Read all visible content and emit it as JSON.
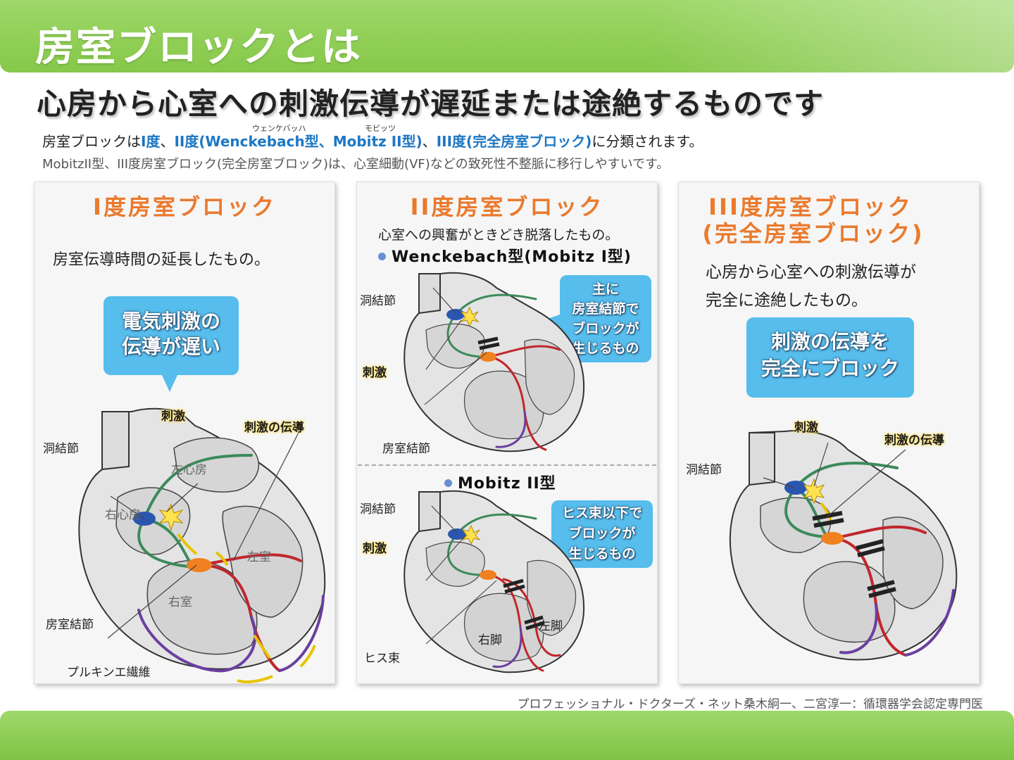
{
  "header": {
    "title": "房室ブロックとは"
  },
  "subtitle": "心房から心室への刺激伝導が遅延または途絶するものです",
  "intro": {
    "prefix": "房室ブロックは",
    "deg1": "I度",
    "sep1": "、",
    "deg2": "II度(Wenckebach型、",
    "mobitz": "Mobitz II型)",
    "sep2": "、",
    "deg3": "III度(完全房室ブロック)",
    "suffix": "に分類されます。",
    "ruby_wenckebach": "ウェンケバッハ",
    "ruby_mobitz": "モビッツ",
    "line2": "MobitzII型、III度房室ブロック(完全房室ブロック)は、心室細動(VF)などの致死性不整脈に移行しやすいです。"
  },
  "panel1": {
    "title": "I度房室ブロック",
    "desc": "房室伝導時間の延長したもの。",
    "callout": [
      "電気刺激の",
      "伝導が遅い"
    ],
    "labels": {
      "sa_node": "洞結節",
      "stimulus": "刺激",
      "conduction": "刺激の伝導",
      "left_atrium": "左心房",
      "right_atrium": "右心房",
      "left_ventricle": "左室",
      "right_ventricle": "右室",
      "av_node": "房室結節",
      "purkinje": "プルキンエ繊維"
    }
  },
  "panel2": {
    "title": "II度房室ブロック",
    "desc": "心室への興奮がときどき脱落したもの。",
    "type1": "Wenckebach型(Mobitz I型)",
    "callout1": [
      "主に",
      "房室結節で",
      "ブロックが",
      "生じるもの"
    ],
    "type2": "Mobitz II型",
    "callout2": [
      "ヒス束以下で",
      "ブロックが",
      "生じるもの"
    ],
    "labels": {
      "sa_node": "洞結節",
      "stimulus": "刺激",
      "av_node": "房室結節",
      "sa_node_2": "洞結節",
      "stimulus_2": "刺激",
      "his_bundle": "ヒス束",
      "right_bundle": "右脚",
      "left_bundle": "左脚"
    }
  },
  "panel3": {
    "title_line1": "III度房室ブロック",
    "title_line2": "(完全房室ブロック)",
    "desc_line1": "心房から心室への刺激伝導が",
    "desc_line2": "完全に途絶したもの。",
    "callout": [
      "刺激の伝導を",
      "完全にブロック"
    ],
    "labels": {
      "sa_node": "洞結節",
      "stimulus": "刺激",
      "conduction": "刺激の伝導"
    }
  },
  "credit": "プロフェッショナル・ドクターズ・ネット桑木絅一、二宮淳一：循環器学会認定専門医",
  "colors": {
    "header_green": "#8fce55",
    "title_orange": "#ea7a2d",
    "link_blue": "#1d77c3",
    "callout_blue": "#56bdec",
    "panel_bg": "#f6f6f6",
    "conduction_red": "#c0262c",
    "purkinje_purple": "#6a3fa0",
    "nerve_green": "#3c8a5a",
    "av_node_orange": "#f08020",
    "sa_node_blue": "#2a56b0"
  }
}
